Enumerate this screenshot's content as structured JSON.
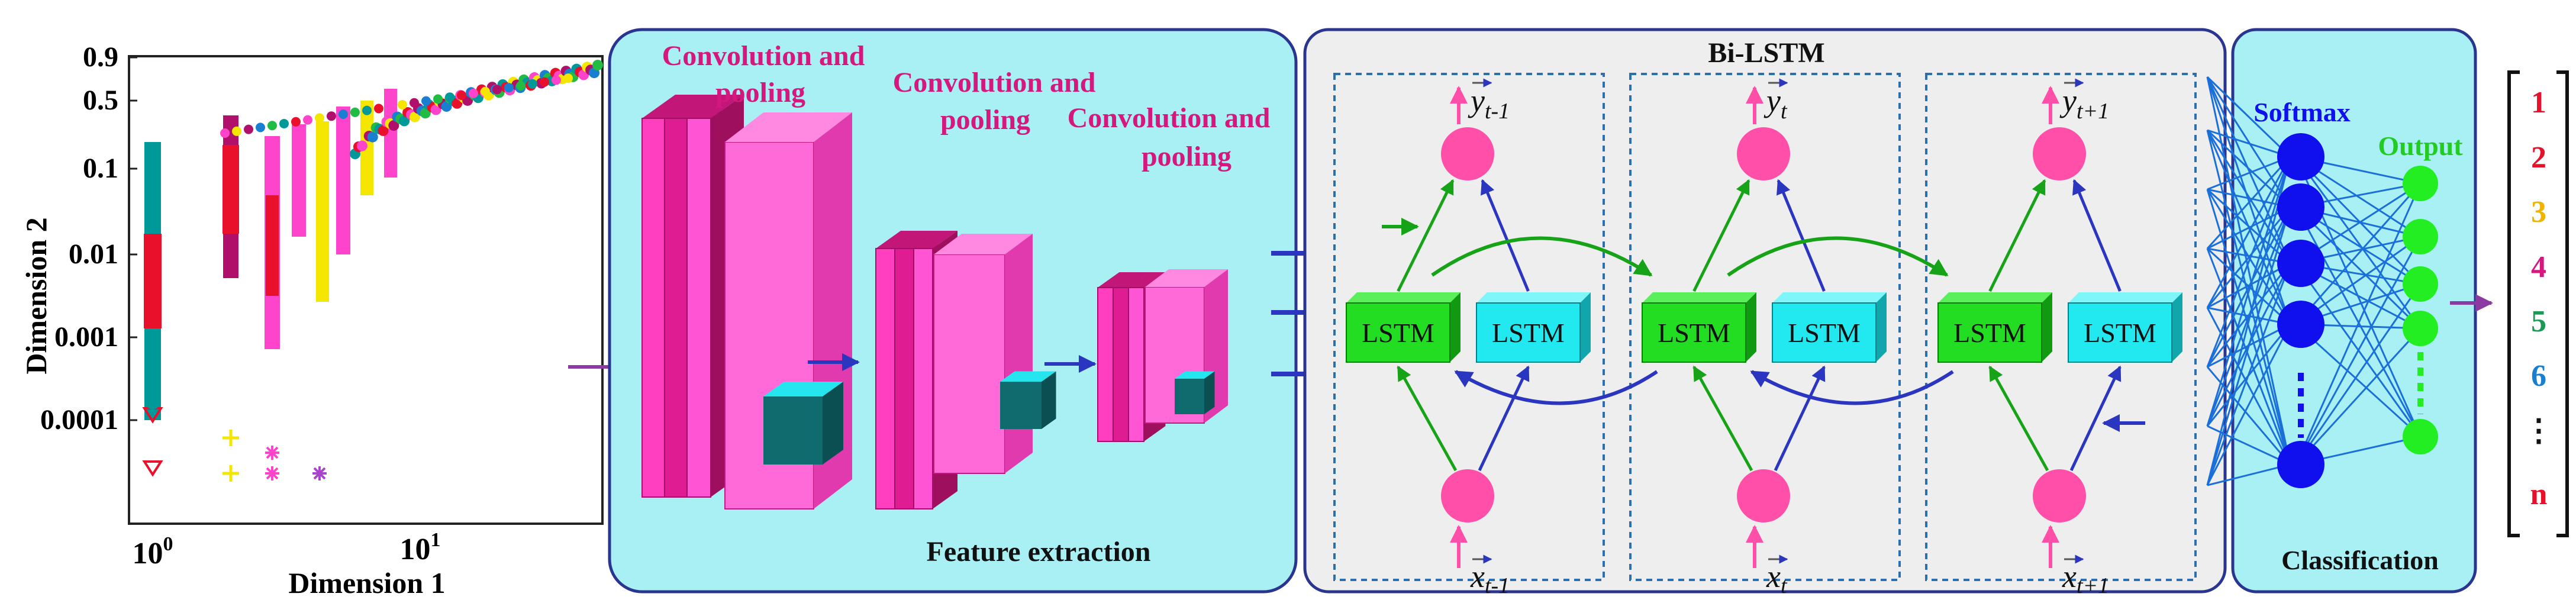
{
  "scatter": {
    "ylabel": "Dimension 2",
    "xlabel": "Dimension 1",
    "y_ticks": [
      "0.9",
      "0.5",
      "0.1",
      "0.01",
      "0.001",
      "0.0001"
    ],
    "x_ticks": [
      {
        "base": "10",
        "exp": "0"
      },
      {
        "base": "10",
        "exp": "1"
      }
    ]
  },
  "cnn": {
    "conv_labels": [
      {
        "line1": "Convolution and",
        "line2": "pooling"
      },
      {
        "line1": "Convolution and",
        "line2": "pooling"
      },
      {
        "line1": "Convolution and",
        "line2": "pooling"
      }
    ],
    "caption": "Feature extraction"
  },
  "bilstm": {
    "title": "Bi-LSTM",
    "cells": [
      {
        "fwd": "LSTM",
        "bwd": "LSTM",
        "y": "y",
        "y_sub": "t-1",
        "x": "x",
        "x_sub": "t-1"
      },
      {
        "fwd": "LSTM",
        "bwd": "LSTM",
        "y": "y",
        "y_sub": "t",
        "x": "x",
        "x_sub": "t"
      },
      {
        "fwd": "LSTM",
        "bwd": "LSTM",
        "y": "y",
        "y_sub": "t+1",
        "x": "x",
        "x_sub": "t+1"
      }
    ]
  },
  "classification": {
    "softmax": "Softmax",
    "output": "Output",
    "caption": "Classification"
  },
  "classes": [
    {
      "label": "1",
      "color": "#e8102a"
    },
    {
      "label": "2",
      "color": "#e8102a"
    },
    {
      "label": "3",
      "color": "#f0b400"
    },
    {
      "label": "4",
      "color": "#d4187e"
    },
    {
      "label": "5",
      "color": "#1a9a55"
    },
    {
      "label": "6",
      "color": "#1a7fd0"
    },
    {
      "label": "⋮",
      "color": "#111111"
    },
    {
      "label": "n",
      "color": "#e8102a"
    }
  ],
  "colors": {
    "cnn_panel": "#a8f0f4",
    "lstm_panel": "#eeeeee",
    "class_panel": "#a8f0f4",
    "panel_border": "#2a3590",
    "magenta": "#ff33cc",
    "fwd_lstm": "#22dd22",
    "bwd_lstm": "#22e8f0",
    "node_pink": "#ff4fa8",
    "softmax_blue": "#1010ee",
    "output_green": "#22ee22",
    "arrow_blue": "#2a35c0",
    "arrow_green": "#17a317",
    "arrow_purple": "#8a3aa0"
  }
}
